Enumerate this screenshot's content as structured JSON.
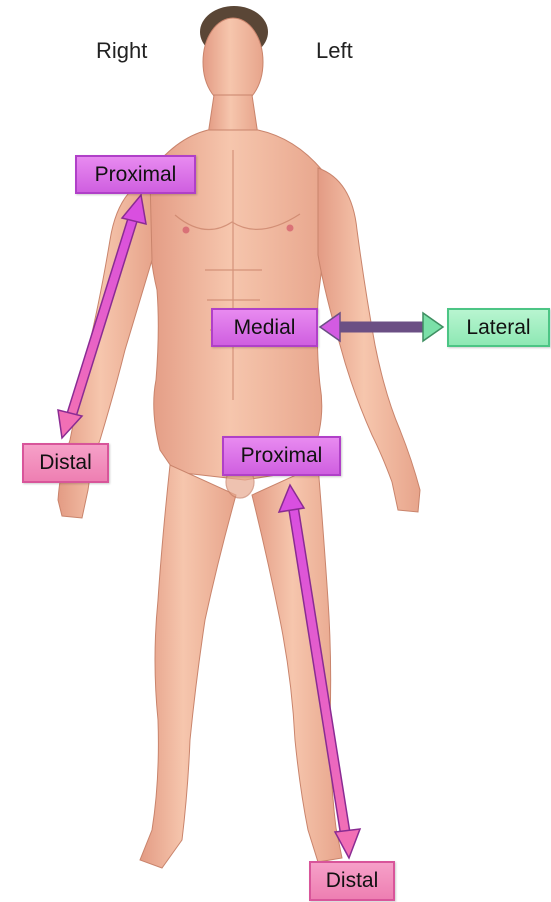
{
  "orientation": {
    "right": "Right",
    "left": "Left"
  },
  "labels": {
    "arm_proximal": "Proximal",
    "arm_distal": "Distal",
    "medial": "Medial",
    "lateral": "Lateral",
    "leg_proximal": "Proximal",
    "leg_distal": "Distal"
  },
  "colors": {
    "proximal_fill": "#d86ee6",
    "distal_fill": "#f28cbc",
    "lateral_fill": "#9eecbf",
    "skin": "#efb39a",
    "arrow_magenta": "#d94fe0",
    "arrow_pink": "#f26fb5",
    "arrow_green": "#7be0a8"
  }
}
